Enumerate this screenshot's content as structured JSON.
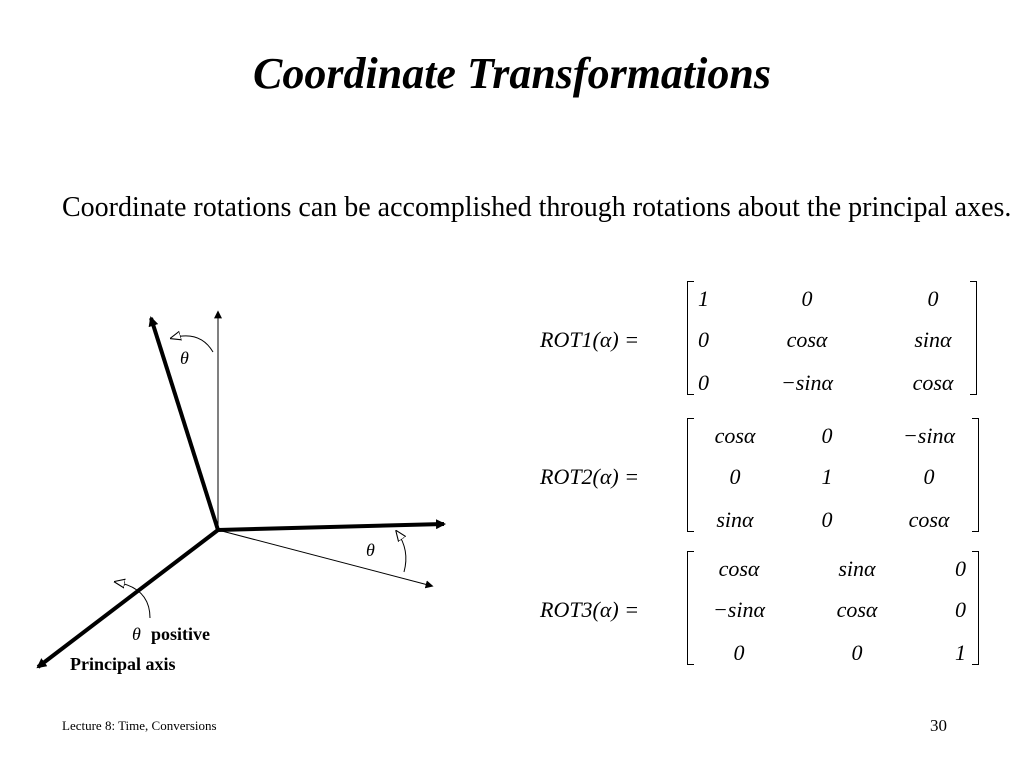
{
  "slide": {
    "title": "Coordinate Transformations",
    "bullet": "Coordinate rotations can be accomplished through rotations about the principal axes."
  },
  "figure": {
    "theta_symbol": "θ",
    "positive_label": "positive",
    "principal_axis_label": "Principal axis"
  },
  "matrices": [
    {
      "label": "ROT1(α) =",
      "rows": [
        [
          "1",
          "0",
          "0"
        ],
        [
          "0",
          "cosα",
          "sinα"
        ],
        [
          "0",
          "−sinα",
          "cosα"
        ]
      ]
    },
    {
      "label": "ROT2(α) =",
      "rows": [
        [
          "cosα",
          "0",
          "−sinα"
        ],
        [
          "0",
          "1",
          "0"
        ],
        [
          "sinα",
          "0",
          "cosα"
        ]
      ]
    },
    {
      "label": "ROT3(α) =",
      "rows": [
        [
          "cosα",
          "sinα",
          "0"
        ],
        [
          "−sinα",
          "cosα",
          "0"
        ],
        [
          "0",
          "0",
          "1"
        ]
      ]
    }
  ],
  "footer": {
    "lecture": "Lecture 8: Time, Conversions",
    "page_number": "30"
  }
}
